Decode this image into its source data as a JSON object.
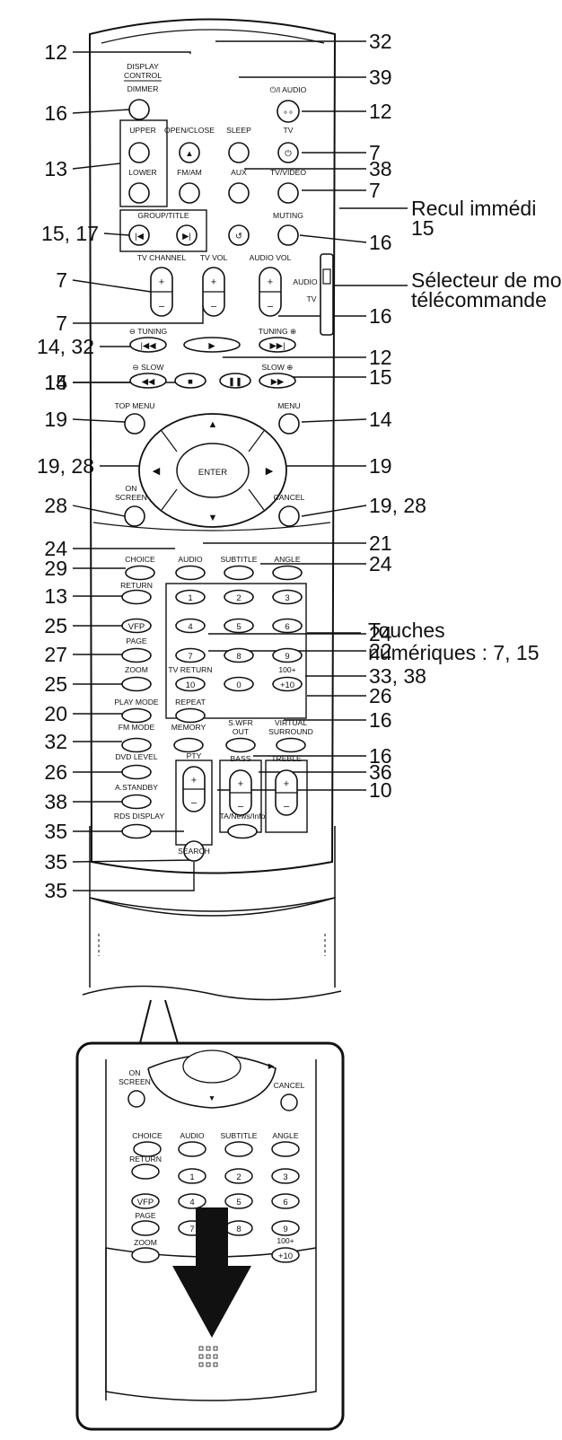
{
  "callouts_left": [
    "12",
    "16",
    "13",
    "15, 17",
    "7",
    "7",
    "14, 32",
    "15",
    "14",
    "19",
    "19, 28",
    "28",
    "24",
    "29",
    "13",
    "25",
    "27",
    "25",
    "20",
    "32",
    "26",
    "38",
    "35",
    "35",
    "35"
  ],
  "callouts_right": [
    "32",
    "39",
    "12",
    "7",
    "38",
    "7",
    "16",
    "16",
    "12",
    "15",
    "14",
    "19",
    "19, 28",
    "21",
    "24",
    "24",
    "22",
    "33, 38",
    "26",
    "16",
    "16",
    "36",
    "10"
  ],
  "side_notes": {
    "recul": [
      "Recul immédi",
      "15"
    ],
    "selecteur": [
      "Sélecteur de mo",
      "télécommande"
    ],
    "touches": [
      "Touches",
      "numériques : 7, 15"
    ]
  },
  "remote_labels": {
    "display_control": [
      "DISPLAY",
      "CONTROL"
    ],
    "dimmer": "DIMMER",
    "open_close": "OPEN/CLOSE",
    "sleep": "SLEEP",
    "audio_power": "⏻/I AUDIO",
    "upper": "UPPER",
    "tv": "TV",
    "lower": "LOWER",
    "fm_am": "FM/AM",
    "aux": "AUX",
    "tv_video": "TV/VIDEO",
    "group_title": "GROUP/TITLE",
    "muting": "MUTING",
    "tv_channel": "TV CHANNEL",
    "tv_vol": "TV VOL",
    "audio_vol": "AUDIO VOL",
    "switch_audio": "AUDIO",
    "switch_tv": "TV",
    "tuning_minus": "⊖ TUNING",
    "tuning_plus": "TUNING ⊕",
    "slow_minus": "⊖ SLOW",
    "slow_plus": "SLOW ⊕",
    "top_menu": "TOP MENU",
    "menu": "MENU",
    "enter": "ENTER",
    "on_screen": [
      "ON",
      "SCREEN"
    ],
    "cancel": "CANCEL",
    "choice": "CHOICE",
    "audio": "AUDIO",
    "subtitle": "SUBTITLE",
    "angle": "ANGLE",
    "return": "RETURN",
    "vfp": "VFP",
    "page": "PAGE",
    "zoom": "ZOOM",
    "tv_return": "TV RETURN",
    "hundred": "100+",
    "play_mode": "PLAY MODE",
    "repeat": "REPEAT",
    "fm_mode": "FM MODE",
    "memory": "MEMORY",
    "swfr": [
      "S.WFR",
      "OUT"
    ],
    "virtual": [
      "VIRTUAL",
      "SURROUND"
    ],
    "dvd_level": "DVD LEVEL",
    "pty": "PTY",
    "bass": "BASS",
    "treble": "TREBLE",
    "a_standby": "A.STANDBY",
    "rds_display": "RDS DISPLAY",
    "tv_news_info": "TA/News/Info",
    "search": "SEARCH",
    "num1": "1",
    "num2": "2",
    "num3": "3",
    "num4": "4",
    "num5": "5",
    "num6": "6",
    "num7": "7",
    "num8": "8",
    "num9": "9",
    "num10": "10",
    "num0": "0",
    "plus10": "+10",
    "plus": "+",
    "minus": "–"
  }
}
